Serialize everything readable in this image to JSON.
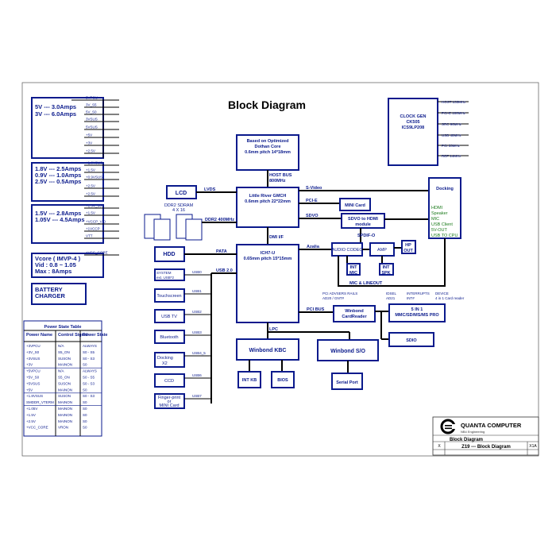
{
  "title": "Block Diagram",
  "power_groups": [
    {
      "lines": [
        "5V --- 3.0Amps",
        "3V --- 6.0Amps"
      ],
      "rails": [
        "5VPCU",
        "3V_S5",
        "5V_S0",
        "3VSUS",
        "5VSUS",
        "+5V",
        "+3V",
        "+2.5V"
      ]
    },
    {
      "lines": [
        "1.8V --- 2.5Amps",
        "0.9V --- 1.0Amps",
        "2.5V --- 0.5Amps"
      ],
      "rails": [
        "+1.8VSUS",
        "+1.5V",
        "+0.9VSUS",
        "+2.5V",
        "+1.05V",
        "+2.5V"
      ]
    },
    {
      "lines": [
        "1.5V --- 2.8Amps",
        "1.05V --- 4.5Amps"
      ],
      "rails": [
        "+1.5V_S5",
        "+1.5V",
        "+VCCP_VID",
        "+1VCCP",
        "VTT"
      ]
    },
    {
      "lines": [
        "Vcore ( IMVP-4 )",
        "Vid : 0.8 ~ 1.05",
        "Max : 8Amps"
      ],
      "rails": [
        "+VCC_CORE"
      ]
    }
  ],
  "battery": [
    "BATTERY",
    "CHARGER"
  ],
  "power_table": {
    "title": "Power State Table",
    "headers": [
      "Power Name",
      "Control Signal",
      "Power State"
    ],
    "rows": [
      [
        "+3VPCU",
        "N/A",
        "ALWAYS"
      ],
      [
        "+3V_S0",
        "S5_ON",
        "S0 - S5"
      ],
      [
        "+3VSUS",
        "SUSON",
        "S0 - S3"
      ],
      [
        "+3V",
        "MAINON",
        "S0"
      ],
      [
        "+5VPCU",
        "N/A",
        "ALWAYS"
      ],
      [
        "+5V_S0",
        "S5_ON",
        "S0 - S5"
      ],
      [
        "+5VSUS",
        "SUSON",
        "S0 - S3"
      ],
      [
        "+5V",
        "MAINON",
        "S0"
      ],
      [
        "+1.8VSUS",
        "SUSON",
        "S0 - S3"
      ],
      [
        "SMDDR_VTERM",
        "MAINON",
        "S0"
      ],
      [
        "+1.05V",
        "MAINON",
        "S0"
      ],
      [
        "+1.5V",
        "MAINON",
        "S0"
      ],
      [
        "+2.5V",
        "MAINON",
        "S0"
      ],
      [
        "+VCC_CORE",
        "VRON",
        "S0"
      ]
    ]
  },
  "cpu": [
    "Based on Optimized",
    "Dothan Core",
    "0.6mm pitch 14*18mm"
  ],
  "host_bus": [
    "HOST BUS",
    "800MHz"
  ],
  "gmch": [
    "Little River GMCH",
    "0.6mm pitch 22*22mm"
  ],
  "ich": [
    "ICH7-U",
    "0.65mm pitch 15*15mm"
  ],
  "clock": [
    "CLOCK GEN",
    "CK505",
    "ICS9LP208"
  ],
  "clock_outputs": [
    "HOST 133MHz",
    "PCI-E 100MHz",
    "SRC 96MHz",
    "USB 48MHz",
    "PCI 33MHz",
    "REF 14MHz"
  ],
  "lcd": "LCD",
  "lvds": "LVDS",
  "ddr2_sodimm": [
    "DDR2 SDRAM",
    "4 X 16"
  ],
  "ddr2_bus": "DDR2 400MHz",
  "s_video": "S-Video",
  "pcie": "PCI-E",
  "sdvo": "SDVO",
  "mini_card": "MINI Card",
  "sdvo_hdmi": [
    "SDVO to HDMI",
    "module"
  ],
  "spdif": "SPDIF-O",
  "dmi": "DMI I/F",
  "docking": "Docking",
  "docking_signals": [
    "HDMI",
    "Speaker",
    "MIC",
    "USB Client",
    "5V-OUT",
    "USB TO CPU"
  ],
  "pata": "PATA",
  "azalia": "Azalia",
  "audio_codec": "AUDIO CODEC",
  "amp": "AMP",
  "hp_out": [
    "HP",
    "OUT"
  ],
  "int_mic": [
    "INT",
    "MIC"
  ],
  "int_spk": [
    "INT",
    "SPK"
  ],
  "mic_lineout": "MIC & LINEOUT",
  "hdd": "HDD",
  "system_usb": [
    "SYSTEM",
    "ext. USB*2"
  ],
  "usb_label": "USB 2.0",
  "usb_ports": [
    "USB0",
    "USB1",
    "USB2",
    "USB3",
    "USB4_5",
    "USB6",
    "USB7"
  ],
  "touchscreen": "Touchscreen",
  "usb_tv": "USB TV",
  "bluetooth": "Bluetooth",
  "docking_x2": [
    "Docking",
    "X2"
  ],
  "ccd": "CCD",
  "fingerprint": [
    "Finger-print",
    "or",
    "MINI Card"
  ],
  "pci_bus": "PCI BUS",
  "cardreader": [
    "Winbond",
    "CardReader"
  ],
  "pci_signals": [
    "PCI ADVSERS RAILS",
    "AD20 / GNT#"
  ],
  "pci_signals2": [
    "IDSEL",
    "AD21"
  ],
  "pci_signals3": [
    "INTERRUPTS",
    "INT#"
  ],
  "pci_signals4": [
    "DEVICE",
    "4 in 1 Card reader"
  ],
  "five_in_one": [
    "5 IN 1",
    "MMC/SD/MS/MS PRO"
  ],
  "sdio": "SDIO",
  "lpc": "LPC",
  "kbc": "Winbond KBC",
  "sio": "Winbond S/O",
  "int_kb": "INT KB",
  "bios": "BIOS",
  "serial_port": "Serial Port",
  "company": "QUANTA COMPUTER",
  "title_block": {
    "sheet_title": "Block Diagram",
    "project": "Z19 --- Block Diagram",
    "size": "X",
    "rev": "X1A",
    "note": "NB4 Engineering"
  }
}
